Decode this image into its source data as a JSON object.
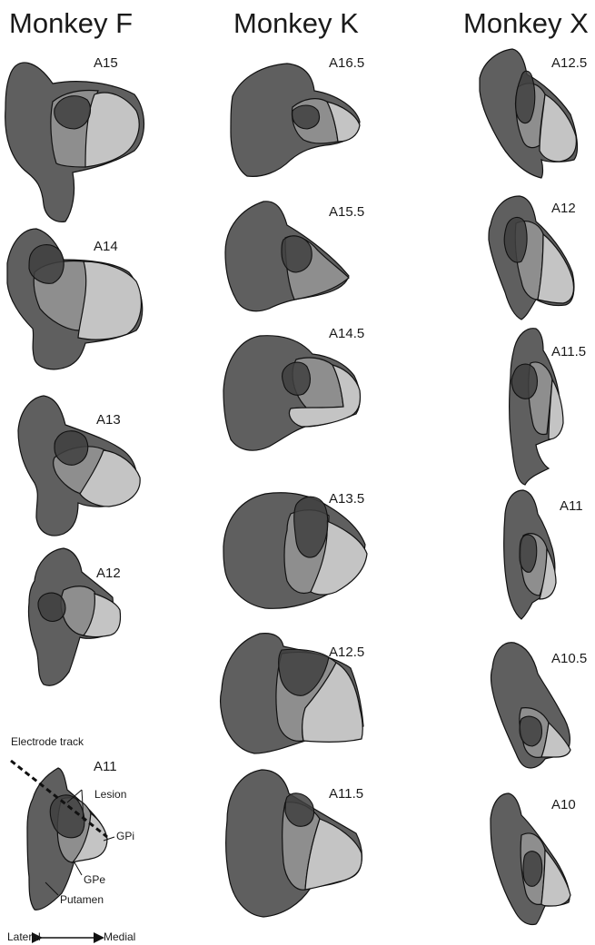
{
  "columns": [
    {
      "title": "Monkey F",
      "sections": [
        "A15",
        "A14",
        "A13",
        "A12",
        "A11"
      ]
    },
    {
      "title": "Monkey K",
      "sections": [
        "A16.5",
        "A15.5",
        "A14.5",
        "A13.5",
        "A12.5",
        "A11.5"
      ]
    },
    {
      "title": "Monkey X",
      "sections": [
        "A12.5",
        "A12",
        "A11.5",
        "A11",
        "A10.5",
        "A10"
      ]
    }
  ],
  "annotations": {
    "electrode_track": "Electrode track",
    "lesion": "Lesion",
    "gpi": "GPi",
    "gpe": "GPe",
    "putamen": "Putamen",
    "lateral": "Lateral",
    "medial": "Medial"
  },
  "colors": {
    "putamen": "#5f5f5f",
    "gpe": "#8e8e8e",
    "gpi": "#c4c4c4",
    "lesion": "#3f3f3f"
  }
}
